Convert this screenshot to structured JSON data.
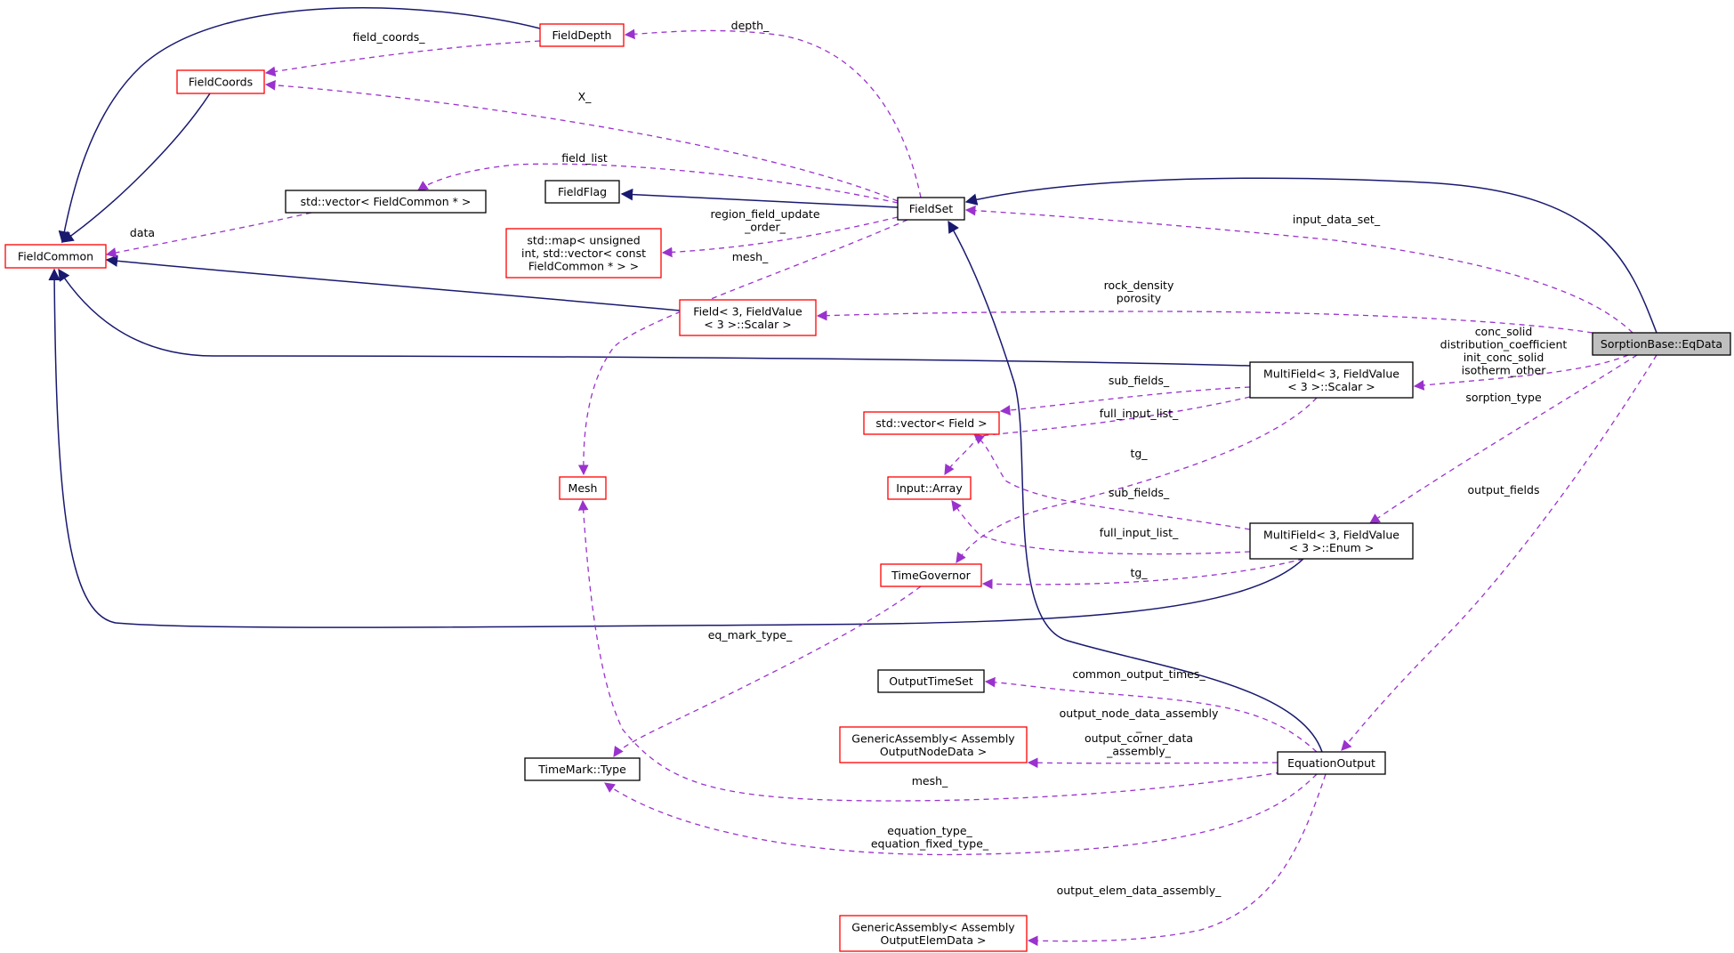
{
  "colors": {
    "inheritance": "#191970",
    "usage": "#9a32cd",
    "incomplete_border": "#ff0000",
    "complete_border": "#000000",
    "focus_fill": "#bfbfbf"
  },
  "nodes": {
    "eqdata": [
      "SorptionBase::EqData"
    ],
    "fielddepth": [
      "FieldDepth"
    ],
    "fieldcoords": [
      "FieldCoords"
    ],
    "fieldcommon": [
      "FieldCommon"
    ],
    "vec_fieldcommon": [
      "std::vector< FieldCommon * >"
    ],
    "fieldflag": [
      "FieldFlag"
    ],
    "fieldset": [
      "FieldSet"
    ],
    "map_region": [
      "std::map< unsigned",
      "int, std::vector< const",
      "FieldCommon * > >"
    ],
    "field_scalar": [
      "Field< 3, FieldValue",
      "< 3 >::Scalar >"
    ],
    "multifield_scalar": [
      "MultiField< 3, FieldValue",
      "< 3 >::Scalar >"
    ],
    "vec_field": [
      "std::vector< Field >"
    ],
    "input_array": [
      "Input::Array"
    ],
    "mesh": [
      "Mesh"
    ],
    "multifield_enum": [
      "MultiField< 3, FieldValue",
      "< 3 >::Enum >"
    ],
    "timegovernor": [
      "TimeGovernor"
    ],
    "outputtimeset": [
      "OutputTimeSet"
    ],
    "ga_node": [
      "GenericAssembly< Assembly",
      "OutputNodeData >"
    ],
    "equationoutput": [
      "EquationOutput"
    ],
    "timemark_type": [
      "TimeMark::Type"
    ],
    "ga_elem": [
      "GenericAssembly< Assembly",
      "OutputElemData >"
    ]
  },
  "edge_labels": {
    "depth": [
      "depth_"
    ],
    "field_coords": [
      "field_coords_"
    ],
    "x": [
      "X_"
    ],
    "field_list": [
      "field_list"
    ],
    "data": [
      "data"
    ],
    "region_field_update": [
      "region_field_update",
      "_order_"
    ],
    "mesh_top": [
      "mesh_"
    ],
    "input_data_set": [
      "input_data_set_"
    ],
    "rock_density": [
      "rock_density",
      "porosity"
    ],
    "multifield_scalar_use": [
      "conc_solid",
      "distribution_coefficient",
      "init_conc_solid",
      "isotherm_other"
    ],
    "sub_fields_1": [
      "sub_fields_"
    ],
    "full_input_list_1": [
      "full_input_list_"
    ],
    "sorption_type": [
      "sorption_type"
    ],
    "tg_1": [
      "tg_"
    ],
    "sub_fields_2": [
      "sub_fields_"
    ],
    "output_fields": [
      "output_fields"
    ],
    "full_input_list_2": [
      "full_input_list_"
    ],
    "tg_2": [
      "tg_"
    ],
    "eq_mark_type": [
      "eq_mark_type_"
    ],
    "common_output_times": [
      "common_output_times_"
    ],
    "output_node_data": [
      "output_node_data_assembly",
      "_"
    ],
    "output_corner_data": [
      "output_corner_data",
      "_assembly_"
    ],
    "mesh_bottom": [
      "mesh_"
    ],
    "equation_type": [
      "equation_type_",
      "equation_fixed_type_"
    ],
    "output_elem_data": [
      "output_elem_data_assembly_"
    ]
  }
}
